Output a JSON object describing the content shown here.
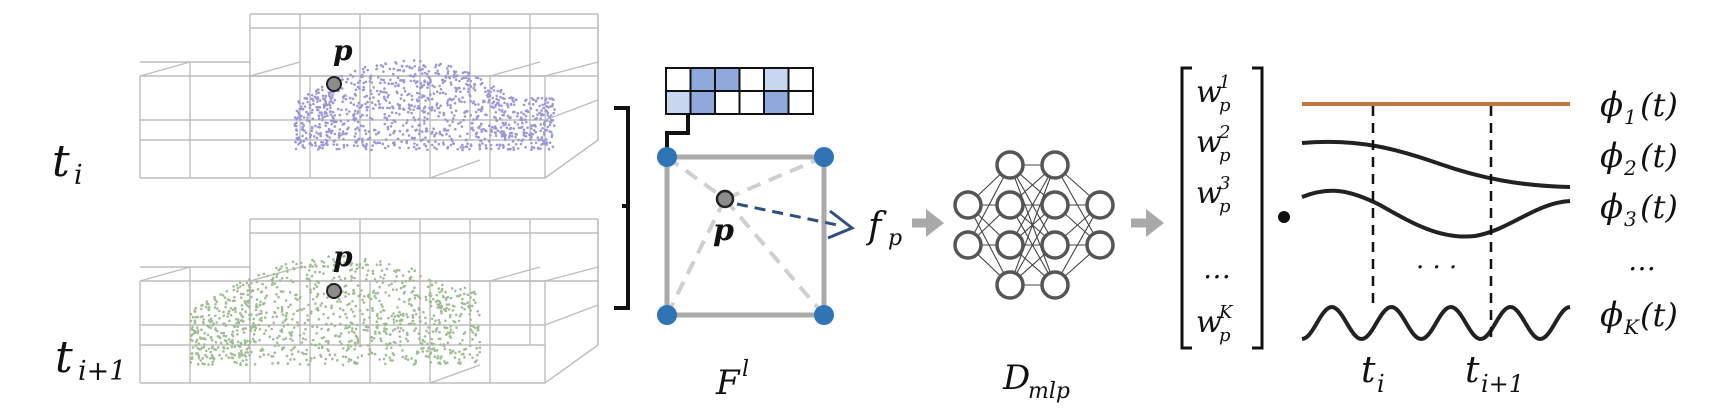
{
  "labels": {
    "t_i": "t",
    "t_i_sub": "i",
    "t_ip1": "t",
    "t_ip1_sub": "i+1",
    "point_top": "p",
    "point_bottom": "p",
    "point_grid": "p",
    "feature_grid": "F",
    "feature_grid_sup": "l",
    "feature_vec": "f",
    "feature_vec_sub": "p",
    "mlp": "D",
    "mlp_sub": "mlp",
    "dot": "•",
    "ellipsis_vec": "…",
    "ellipsis_mid": "· · ·",
    "ellipsis_basis": "…",
    "axis_ti": "t",
    "axis_ti_sub": "i",
    "axis_tip1": "t",
    "axis_tip1_sub": "i+1"
  },
  "weights": [
    {
      "base": "w",
      "sub": "p",
      "sup": "1"
    },
    {
      "base": "w",
      "sub": "p",
      "sup": "2"
    },
    {
      "base": "w",
      "sub": "p",
      "sup": "3"
    },
    {
      "base": "w",
      "sub": "p",
      "sup": "K"
    }
  ],
  "basis": [
    {
      "phi": "ϕ",
      "sub": "1",
      "arg": "(t)"
    },
    {
      "phi": "ϕ",
      "sub": "2",
      "arg": "(t)"
    },
    {
      "phi": "ϕ",
      "sub": "3",
      "arg": "(t)"
    },
    {
      "phi": "ϕ",
      "sub": "K",
      "arg": "(t)"
    }
  ],
  "colors": {
    "cloud_top": "#9a98d8",
    "cloud_bottom": "#9fbd94",
    "grid_line": "#bdbdbd",
    "square": "#a9a9a9",
    "corner": "#2f74b5",
    "arrow_dashed": "#2f4f7f",
    "feature_cell": "#8fa9dc",
    "feature_cell_light": "#c9d6ef",
    "phi1": "#c0773a",
    "flow_arrow": "#a9a9a9"
  },
  "mlp_layers": [
    2,
    4,
    4,
    2
  ]
}
